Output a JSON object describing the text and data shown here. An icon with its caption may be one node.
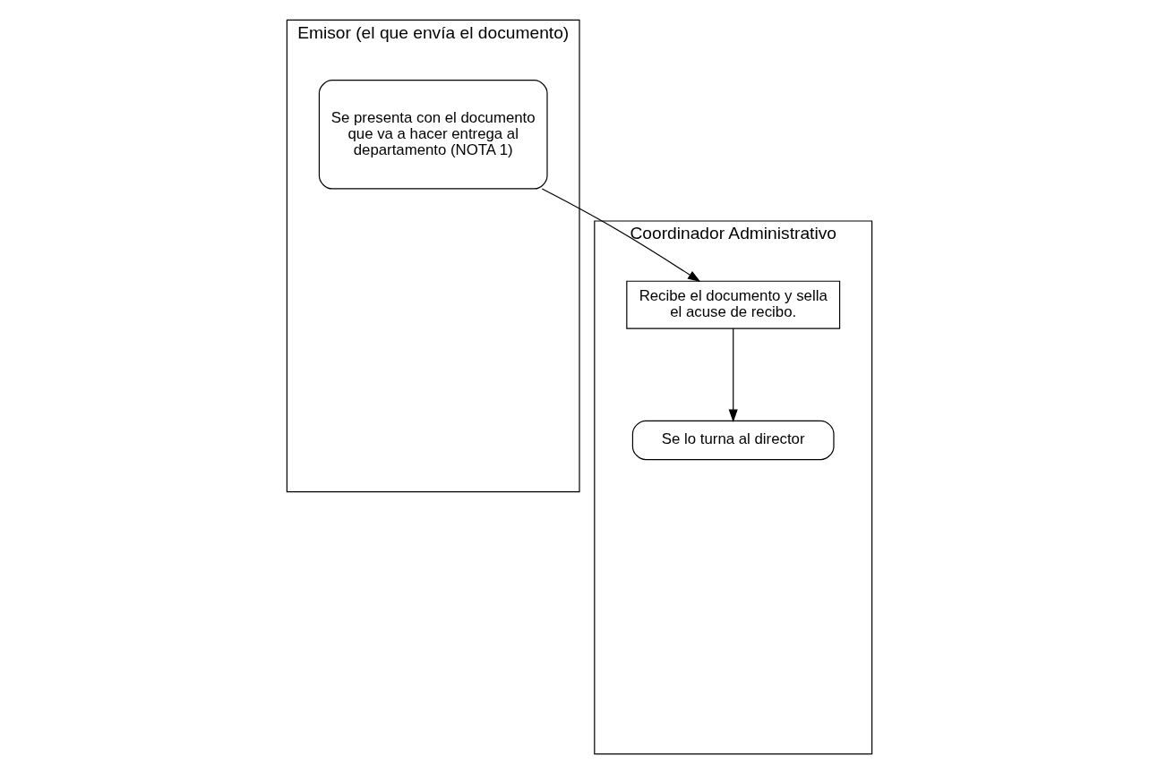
{
  "diagram": {
    "nodes": [
      {
        "text": [
          "Emisor (el que envía el documento)"
        ]
      },
      {
        "text": [
          "Se presenta con el documento que va a hacer entrega al departamento (NOTA 1)"
        ],
        "in": 0
      },
      {
        "text": [
          "Coordinador Administrativo"
        ]
      },
      {
        "text": [
          "Recibe el documento y sella el acuse de recibo."
        ],
        "in": 2
      },
      {
        "text": [
          "Se lo turna al director"
        ],
        "in": 2
      }
    ],
    "edges": [
      {
        "from": 1,
        "to": 3,
        "arrow": "to"
      },
      {
        "from": 3,
        "to": 4,
        "arrow": "to"
      }
    ]
  }
}
